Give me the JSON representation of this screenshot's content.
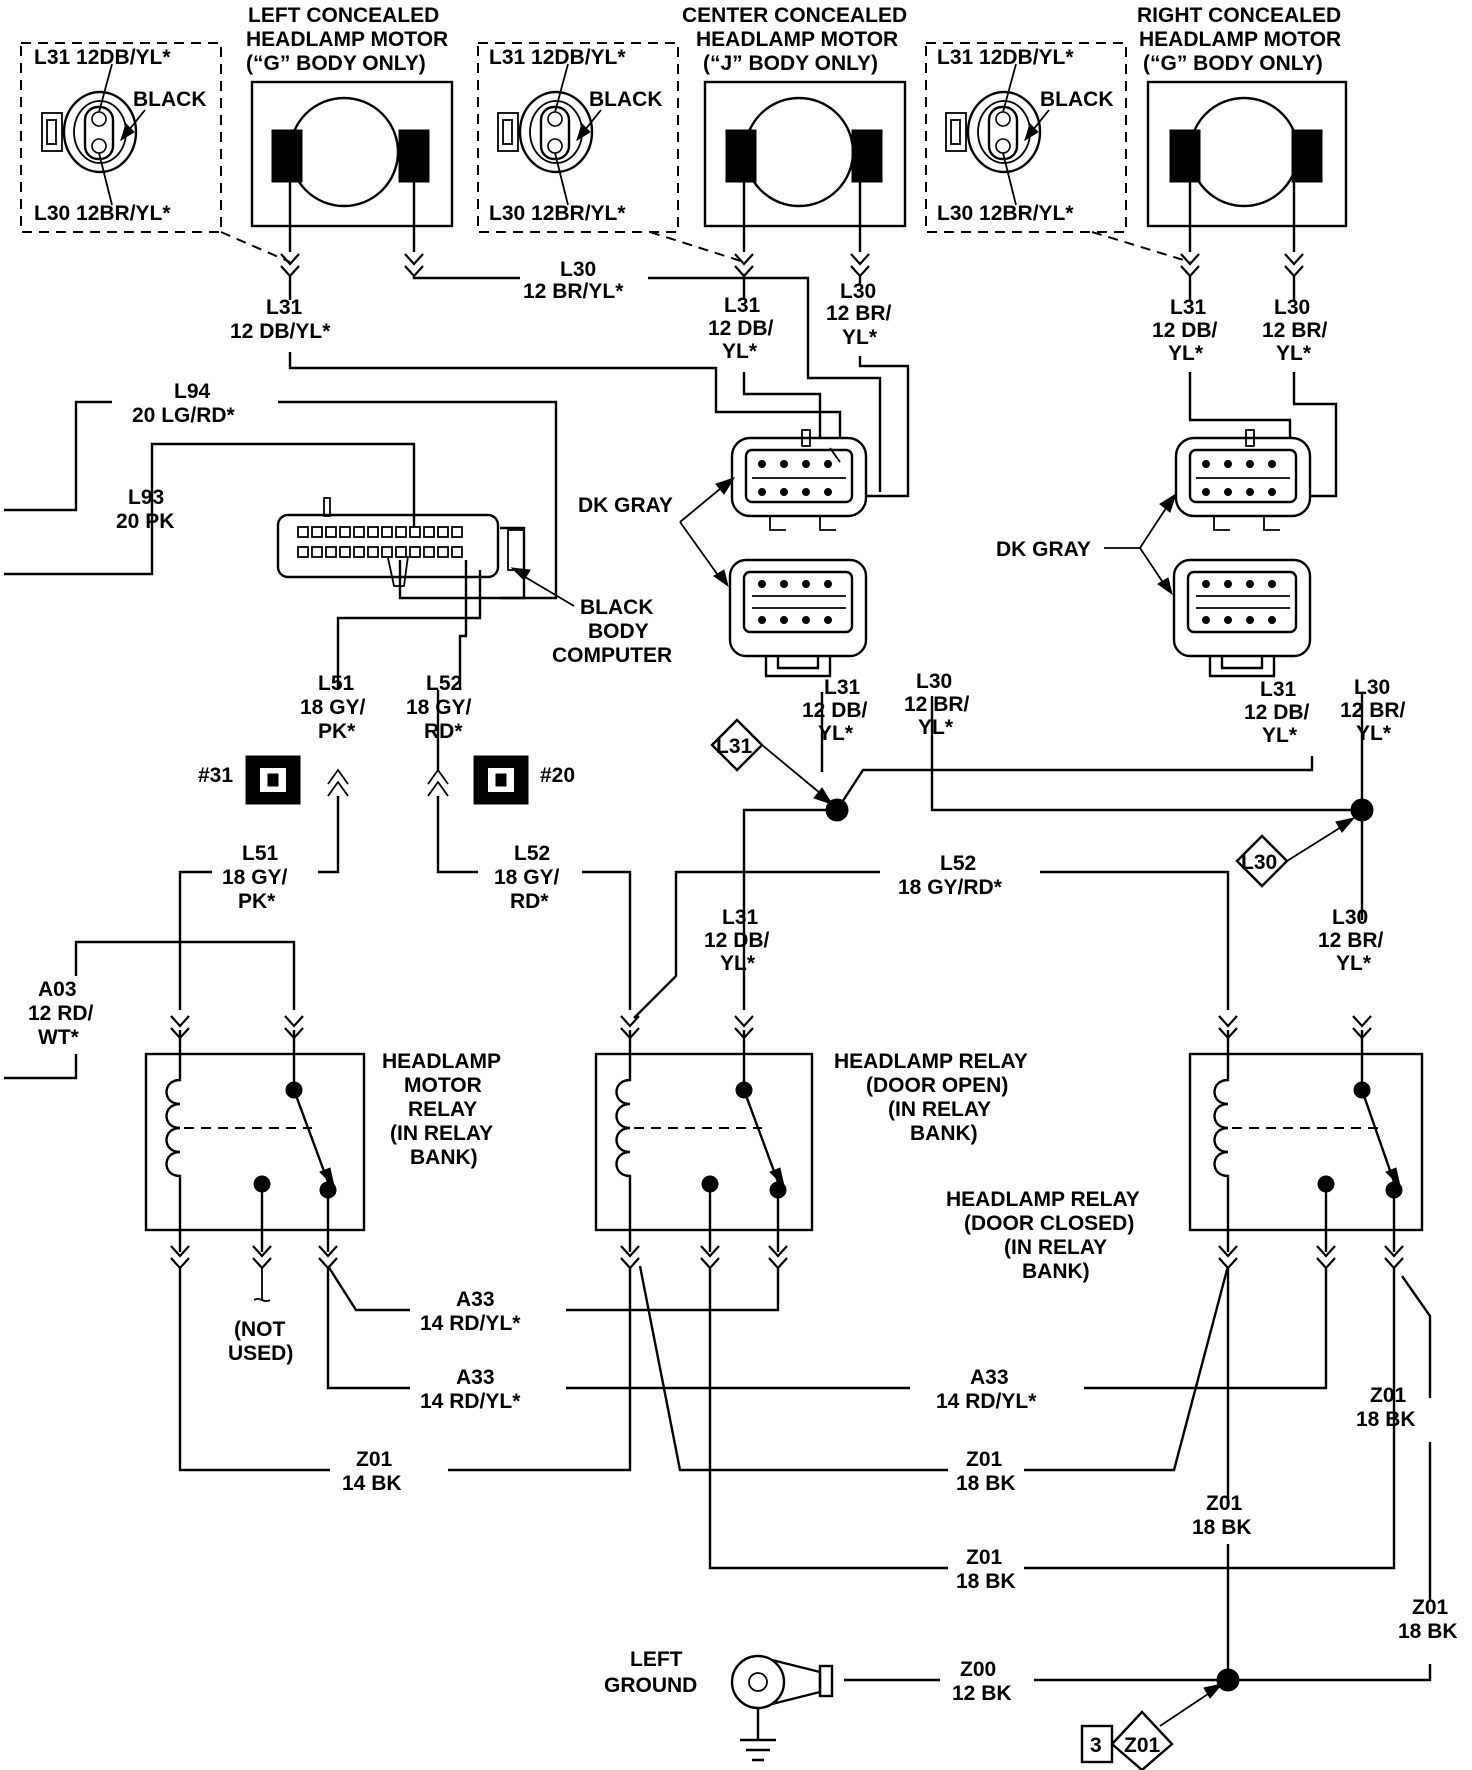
{
  "motors": {
    "left": {
      "title": [
        "LEFT CONCEALED",
        "HEADLAMP MOTOR",
        "(“G” BODY ONLY)"
      ]
    },
    "center": {
      "title": [
        "CENTER CONCEALED",
        "HEADLAMP MOTOR",
        "(“J” BODY ONLY)"
      ]
    },
    "right": {
      "title": [
        "RIGHT CONCEALED",
        "HEADLAMP MOTOR",
        "(“G” BODY ONLY)"
      ]
    }
  },
  "connector_views": {
    "top_label": "L31 12DB/YL*",
    "side_label": "BLACK",
    "bottom_label": "L30 12BR/YL*"
  },
  "wires": {
    "l31_12db_yl": [
      "L31",
      "12 DB/YL*"
    ],
    "l30_12br_yl": [
      "L30",
      "12 BR/YL*"
    ],
    "l31_12db_yl_3": [
      "L31",
      "12 DB/",
      "YL*"
    ],
    "l30_12br_yl_3": [
      "L30",
      "12 BR/",
      "YL*"
    ],
    "l94": [
      "L94",
      "20 LG/RD*"
    ],
    "l93": [
      "L93",
      "20 PK"
    ],
    "l51_top": [
      "L51",
      "18 GY/",
      "PK*"
    ],
    "l52_top": [
      "L52",
      "18 GY/",
      "RD*"
    ],
    "l51_bot": [
      "L51",
      "18 GY/",
      "PK*"
    ],
    "l52_bot": [
      "L52",
      "18 GY/",
      "RD*"
    ],
    "l52_long": [
      "L52",
      "18 GY/RD*"
    ],
    "a03": [
      "A03",
      "12 RD/",
      "WT*"
    ],
    "a33": [
      "A33",
      "14 RD/YL*"
    ],
    "z01_14": [
      "Z01",
      "14 BK"
    ],
    "z01_18": [
      "Z01",
      "18 BK"
    ],
    "z00": [
      "Z00",
      "12 BK"
    ]
  },
  "connectors": {
    "dk_gray": "DK GRAY",
    "body_computer": [
      "BLACK",
      "BODY",
      "COMPUTER"
    ],
    "fuse_31": "#31",
    "fuse_20": "#20"
  },
  "splices": {
    "l31": "L31",
    "l30": "L30",
    "z01_ref_num": "3",
    "z01": "Z01"
  },
  "relays": {
    "motor": [
      "HEADLAMP",
      "MOTOR",
      "RELAY",
      "(IN RELAY",
      "BANK)"
    ],
    "door_open": [
      "HEADLAMP  RELAY",
      "(DOOR OPEN)",
      "(IN RELAY",
      "BANK)"
    ],
    "door_closed": [
      "HEADLAMP  RELAY",
      "(DOOR CLOSED)",
      "(IN RELAY",
      "BANK)"
    ]
  },
  "not_used": [
    "(NOT",
    "USED)"
  ],
  "ground": [
    "LEFT",
    "GROUND"
  ]
}
